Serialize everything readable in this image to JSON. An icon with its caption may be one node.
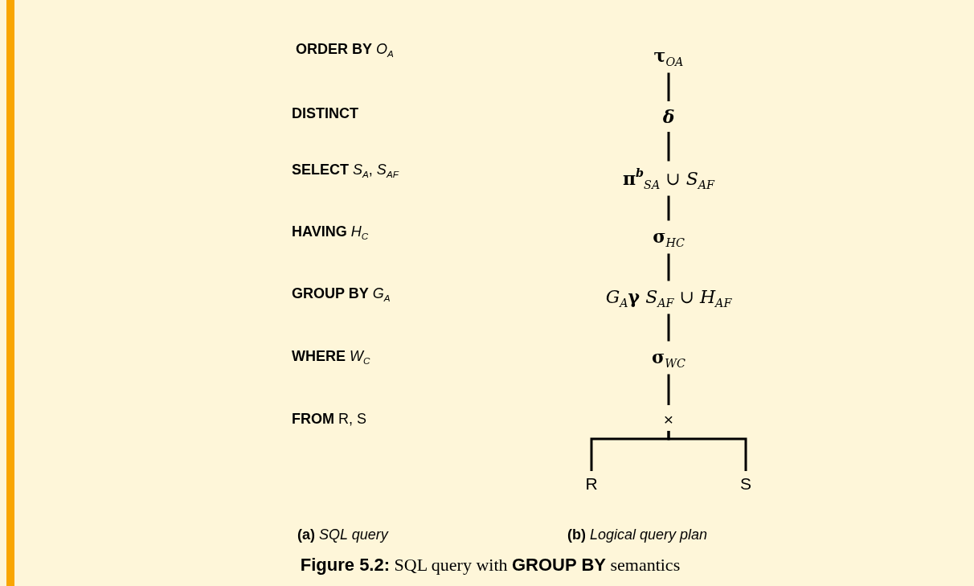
{
  "diagram": {
    "caption": "**Figure 5.2:** SQL query with **GROUP BY** semantics",
    "nodes": [
      {
        "text": [
          "**τ**$_{O}$$_{A}$"
        ]
      },
      {
        "text": [
          "δ"
        ]
      },
      {
        "text": [
          "**π**$^{b}$$_{S}$$_{A}$ ∪ *S*$_{AF}$"
        ]
      },
      {
        "text": [
          "**σ**$_{H}$$_{C}$"
        ]
      },
      {
        "text": [
          "*G*$_{A}$**γ** *S*$_{AF}$ ∪ *H*$_{AF}$"
        ]
      },
      {
        "text": [
          "**σ**$_{W}$$_{C}$"
        ]
      },
      {
        "text": [
          "×"
        ]
      },
      {
        "text": [
          "R"
        ]
      },
      {
        "text": [
          "S"
        ]
      }
    ],
    "edges": [
      {
        "from": 0,
        "to": 1,
        "arrow": "none"
      },
      {
        "from": 1,
        "to": 2,
        "arrow": "none"
      },
      {
        "from": 2,
        "to": 3,
        "arrow": "none"
      },
      {
        "from": 3,
        "to": 4,
        "arrow": "none"
      },
      {
        "from": 4,
        "to": 5,
        "arrow": "none"
      },
      {
        "from": 5,
        "to": 6,
        "arrow": "none"
      },
      {
        "from": 6,
        "to": 7,
        "arrow": "none"
      },
      {
        "from": 6,
        "to": 8,
        "arrow": "none"
      }
    ],
    "labels": [
      "**ORDER BY**   *O*$_{A}$",
      "DISTINCT",
      "**SELECT**   *S*$_{A}$, *S*$_{AF}$",
      "**HAVING**   *H*$_{C}$",
      "**GROUP BY**   *G*$_{A}$",
      "**WHERE**   *W*$_{C}$",
      "**FROM**   R, S",
      "**(a)** *SQL query*",
      "**(b)** *Logical query plan*"
    ]
  }
}
